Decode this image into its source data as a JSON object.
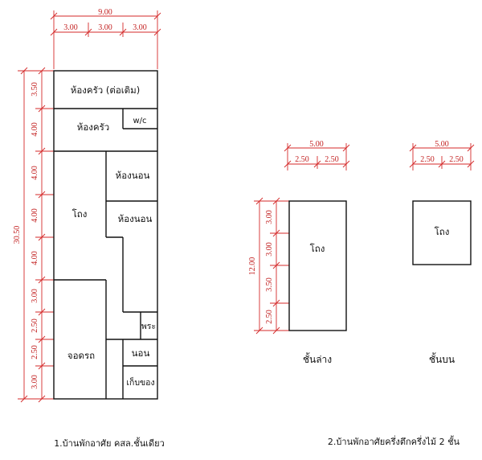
{
  "plan1": {
    "dims_top_total": "9.00",
    "dims_top_parts": [
      "3.00",
      "3.00",
      "3.00"
    ],
    "dims_left_total": "30.50",
    "dims_left_parts": [
      "3.50",
      "4.00",
      "4.00",
      "4.00",
      "4.00",
      "3.00",
      "2.50",
      "2.50",
      "3.00"
    ],
    "rooms": {
      "kitchen_ext": "ห้องครัว (ต่อเติม)",
      "kitchen": "ห้องครัว",
      "wc": "w/c",
      "bedroom1": "ห้องนอน",
      "bedroom2": "ห้องนอน",
      "hall": "โถง",
      "parking": "จอดรถ",
      "shrine": "พระ",
      "sleep": "นอน",
      "storage": "เก็บของ"
    },
    "caption": "1.บ้านพักอาศัย คสล.ชั้นเดียว"
  },
  "plan2": {
    "lower": {
      "dims_top_total": "5.00",
      "dims_top_parts": [
        "2.50",
        "2.50"
      ],
      "dims_left_total": "12.00",
      "dims_left_parts": [
        "3.00",
        "3.00",
        "3.50",
        "2.50"
      ],
      "room": "โถง",
      "label": "ชั้นล่าง"
    },
    "upper": {
      "dims_top_total": "5.00",
      "dims_top_parts": [
        "2.50",
        "2.50"
      ],
      "room": "โถง",
      "label": "ชั้นบน"
    },
    "caption": "2.บ้านพักอาศัยครึ่งตึกครึ่งไม้ 2 ชั้น"
  }
}
